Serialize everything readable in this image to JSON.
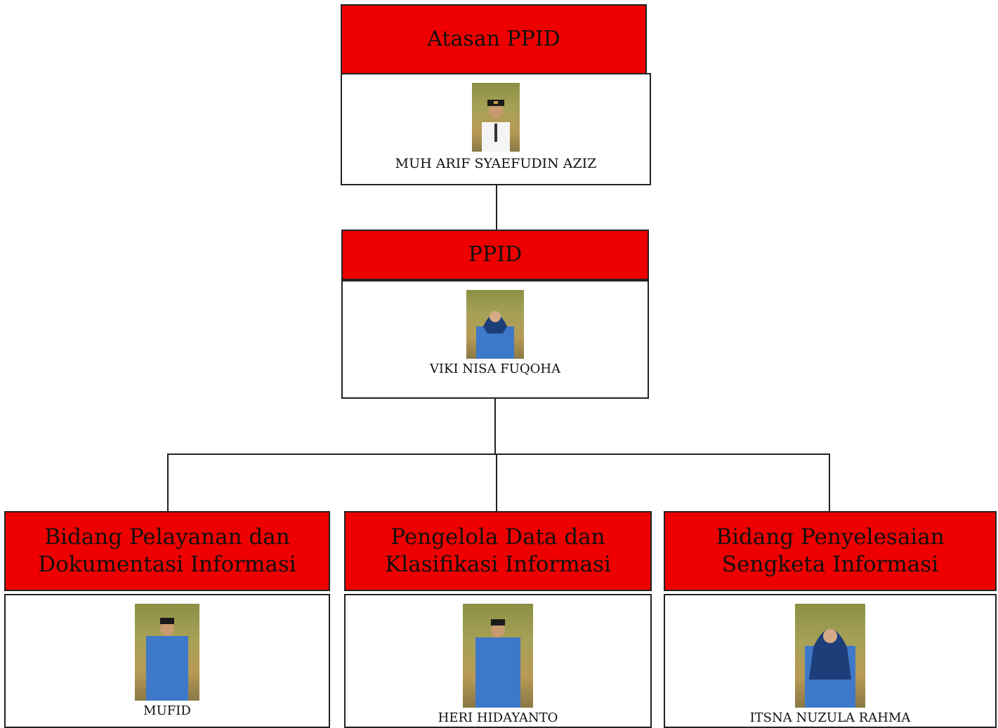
{
  "top": {
    "title": "Atasan PPID",
    "name": "MUH ARIF SYAEFUDIN AZIZ"
  },
  "mid": {
    "title": "PPID",
    "name": "VIKI NISA FUQOHA"
  },
  "units": [
    {
      "title_line1": "Bidang Pelayanan dan",
      "title_line2": "Dokumentasi Informasi",
      "name": "MUFID"
    },
    {
      "title_line1": "Pengelola Data dan",
      "title_line2": "Klasifikasi Informasi",
      "name": "HERI HIDAYANTO"
    },
    {
      "title_line1": "Bidang Penyelesaian",
      "title_line2": "Sengketa Informasi",
      "name": "ITSNA NUZULA RAHMA"
    }
  ],
  "colors": {
    "header": "#ee0000",
    "line": "#222222",
    "box": "#ffffff"
  },
  "icons": [
    "person-photo-icon"
  ]
}
